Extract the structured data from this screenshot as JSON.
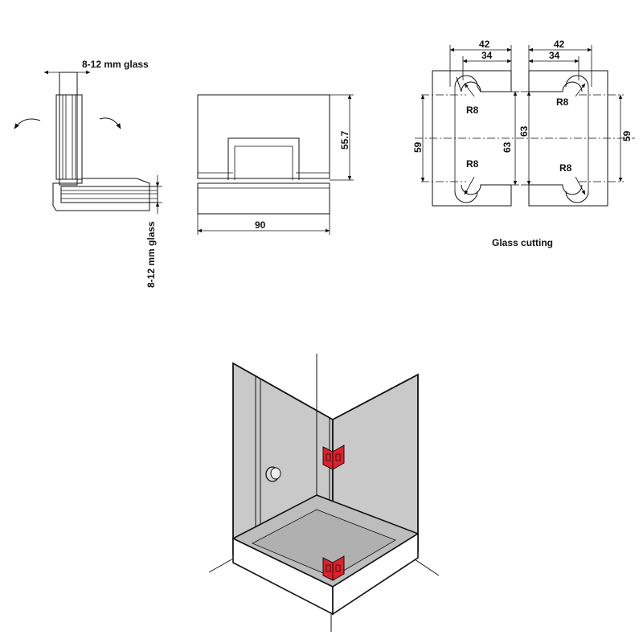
{
  "side_view": {
    "glass_label_top": "8-12 mm glass",
    "glass_label_side": "8-12 mm glass"
  },
  "front_view": {
    "height_label": "55.7",
    "width_label": "90"
  },
  "glass_cutting": {
    "caption": "Glass cutting",
    "left_panel": {
      "dim_outer": "42",
      "dim_inner": "34",
      "radius_top": "R8",
      "radius_bottom": "R8",
      "dim_59": "59",
      "dim_63": "63"
    },
    "right_panel": {
      "dim_outer": "42",
      "dim_inner": "34",
      "radius_top": "R8",
      "radius_bottom": "R8",
      "dim_63": "63",
      "dim_59": "59"
    }
  },
  "installation": {
    "hinge_color": "#e0202a",
    "glass_color": "#c9c9c9",
    "base_color": "#ffffff",
    "icons": [
      "hinge-icon",
      "door-knob-icon",
      "rotate-arrow-icon"
    ]
  }
}
